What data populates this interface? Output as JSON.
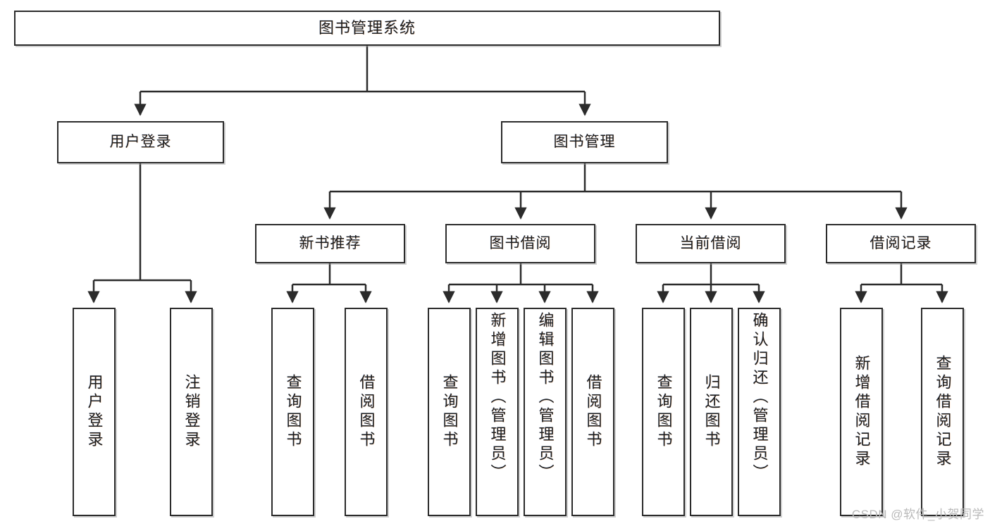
{
  "diagram": {
    "type": "tree",
    "title": "图书管理系统",
    "root": {
      "label": "图书管理系统"
    },
    "level2": [
      {
        "label": "用户登录"
      },
      {
        "label": "图书管理"
      }
    ],
    "level3": [
      {
        "label": "新书推荐"
      },
      {
        "label": "图书借阅"
      },
      {
        "label": "当前借阅"
      },
      {
        "label": "借阅记录"
      }
    ],
    "leaves": {
      "user_login": [
        {
          "label": "用户登录"
        },
        {
          "label": "注销登录"
        }
      ],
      "new_book_recommend": [
        {
          "label": "查询图书"
        },
        {
          "label": "借阅图书"
        }
      ],
      "book_borrow": [
        {
          "label": "查询图书"
        },
        {
          "label": "新增图书（管理员）"
        },
        {
          "label": "编辑图书（管理员）"
        },
        {
          "label": "借阅图书"
        }
      ],
      "current_borrow": [
        {
          "label": "查询图书"
        },
        {
          "label": "归还图书"
        },
        {
          "label": "确认归还（管理员）"
        }
      ],
      "borrow_record": [
        {
          "label": "新增借阅记录"
        },
        {
          "label": "查询借阅记录"
        }
      ]
    }
  },
  "watermark": {
    "text": "CSDN @软件_小贺同学"
  },
  "colors": {
    "box_border": "#2b2b2b",
    "box_fill": "#ffffff",
    "text": "#1d1d1d",
    "connector": "#2b2b2b",
    "watermark": "#b9b9b9"
  }
}
